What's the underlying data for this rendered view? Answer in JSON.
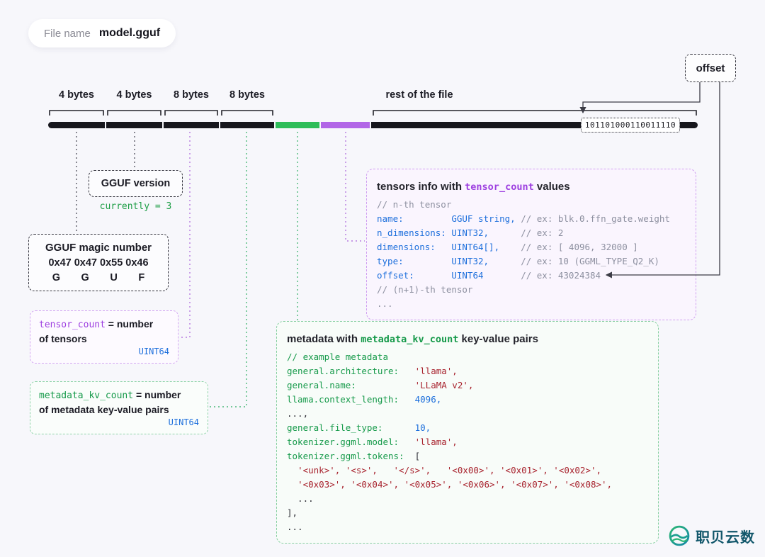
{
  "palette": {
    "background": "#f7f7fb",
    "bar_black": "#17171d",
    "bar_green": "#2ebd59",
    "bar_purple": "#b266e7",
    "accent_purple": "#9d3fe0",
    "accent_green": "#169a4a",
    "code_blue": "#1d6fdc",
    "code_red": "#a8232e",
    "comment_gray": "#8d90a0"
  },
  "file_pill": {
    "label": "File name",
    "value": "model.gguf"
  },
  "offset_box": {
    "label": "offset"
  },
  "bar": {
    "labels": [
      "4 bytes",
      "4 bytes",
      "8 bytes",
      "8 bytes",
      "rest of the file"
    ],
    "binary_text": "101101000110011110"
  },
  "version_note": {
    "title": "GGUF version",
    "current": "currently = 3"
  },
  "magic_note": {
    "title": "GGUF magic number",
    "hex": "0x47 0x47 0x55 0x46",
    "letters": [
      "G",
      "G",
      "U",
      "F"
    ]
  },
  "tensor_count_note": {
    "mono": "tensor_count",
    "eq": " = number",
    "rest": "of tensors",
    "type": "UINT64"
  },
  "metadata_count_note": {
    "mono": "metadata_kv_count",
    "eq": " = number",
    "rest": "of metadata key-value pairs",
    "type": "UINT64"
  },
  "tensors_box": {
    "title_pre": "tensors info with ",
    "title_mono": "tensor_count",
    "title_post": " values",
    "code": [
      [
        {
          "t": "// n-th tensor",
          "c": "cmt"
        }
      ],
      [
        {
          "t": "name:         ",
          "c": "blue"
        },
        {
          "t": "GGUF string, ",
          "c": "blue"
        },
        {
          "t": "// ex: blk.0.ffn_gate.weight",
          "c": "cmt"
        }
      ],
      [
        {
          "t": "n_dimensions: ",
          "c": "blue"
        },
        {
          "t": "UINT32,      ",
          "c": "blue"
        },
        {
          "t": "// ex: 2",
          "c": "cmt"
        }
      ],
      [
        {
          "t": "dimensions:   ",
          "c": "blue"
        },
        {
          "t": "UINT64[],    ",
          "c": "blue"
        },
        {
          "t": "// ex: [ 4096, 32000 ]",
          "c": "cmt"
        }
      ],
      [
        {
          "t": "type:         ",
          "c": "blue"
        },
        {
          "t": "UINT32,      ",
          "c": "blue"
        },
        {
          "t": "// ex: 10 (GGML_TYPE_Q2_K)",
          "c": "cmt"
        }
      ],
      [
        {
          "t": "offset:       ",
          "c": "blue"
        },
        {
          "t": "UINT64       ",
          "c": "blue"
        },
        {
          "t": "// ex: 43024384",
          "c": "cmt"
        }
      ],
      [
        {
          "t": "// (n+1)-th tensor",
          "c": "cmt"
        }
      ],
      [
        {
          "t": "...",
          "c": "cmt"
        }
      ]
    ]
  },
  "metadata_box": {
    "title_pre": "metadata with ",
    "title_mono": "metadata_kv_count",
    "title_post": " key-value pairs",
    "code": [
      [
        {
          "t": "// example metadata",
          "c": "green"
        }
      ],
      [
        {
          "t": "general.architecture:   ",
          "c": "green"
        },
        {
          "t": "'llama',",
          "c": "red"
        }
      ],
      [
        {
          "t": "general.name:           ",
          "c": "green"
        },
        {
          "t": "'LLaMA v2',",
          "c": "red"
        }
      ],
      [
        {
          "t": "llama.context_length:   ",
          "c": "green"
        },
        {
          "t": "4096,",
          "c": "blue"
        }
      ],
      [
        {
          "t": "...,",
          "c": "dark"
        }
      ],
      [
        {
          "t": "general.file_type:      ",
          "c": "green"
        },
        {
          "t": "10,",
          "c": "blue"
        }
      ],
      [
        {
          "t": "tokenizer.ggml.model:   ",
          "c": "green"
        },
        {
          "t": "'llama',",
          "c": "red"
        }
      ],
      [
        {
          "t": "tokenizer.ggml.tokens:  ",
          "c": "green"
        },
        {
          "t": "[",
          "c": "dark"
        }
      ],
      [
        {
          "t": "  ",
          "c": "dark"
        },
        {
          "t": "'<unk>', '<s>',   '</s>',   '<0x00>', '<0x01>', '<0x02>',",
          "c": "red"
        }
      ],
      [
        {
          "t": "  ",
          "c": "dark"
        },
        {
          "t": "'<0x03>', '<0x04>', '<0x05>', '<0x06>', '<0x07>', '<0x08>',",
          "c": "red"
        }
      ],
      [
        {
          "t": "  ...",
          "c": "dark"
        }
      ],
      [
        {
          "t": "],",
          "c": "dark"
        }
      ],
      [
        {
          "t": "...",
          "c": "dark"
        }
      ]
    ]
  },
  "logo": {
    "text": "职贝云数"
  }
}
